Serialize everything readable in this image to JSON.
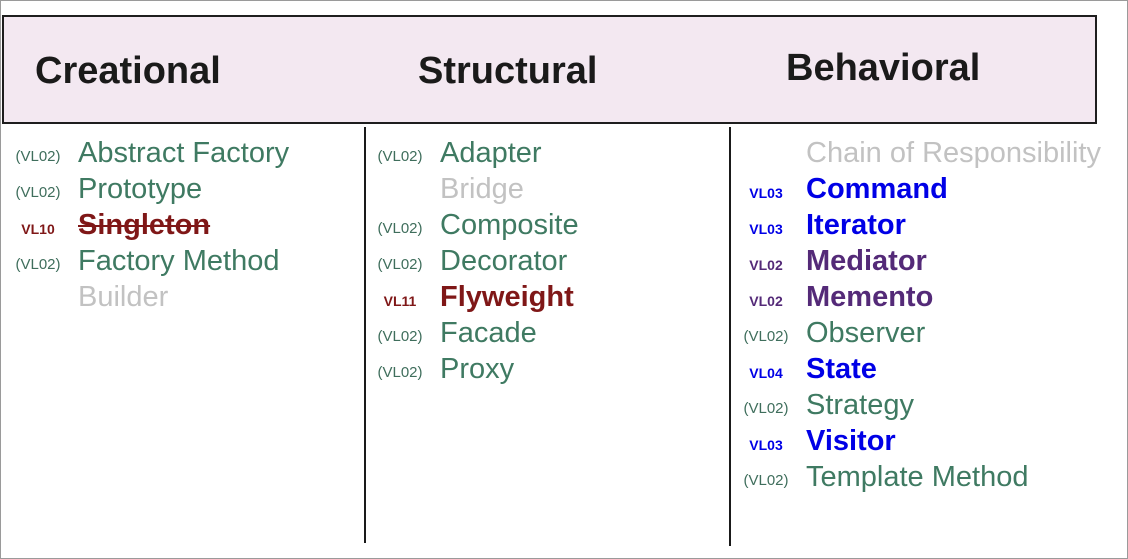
{
  "headings": {
    "creational": "Creational",
    "structural": "Structural",
    "behavioral": "Behavioral"
  },
  "colors": {
    "header_bg": "#f3e8f1",
    "grey": "#c2c2c2",
    "green": "#3f7a62",
    "red": "#7f1717",
    "blue": "#0000e6",
    "purple": "#542a78"
  },
  "columns": {
    "creational": [
      {
        "tag": "(VL02)",
        "name": "Abstract Factory",
        "style": "green"
      },
      {
        "tag": "(VL02)",
        "name": "Prototype",
        "style": "green"
      },
      {
        "tag": "VL10",
        "name": "Singleton",
        "style": "red-strike"
      },
      {
        "tag": "(VL02)",
        "name": "Factory Method",
        "style": "green"
      },
      {
        "tag": "",
        "name": "Builder",
        "style": "grey"
      }
    ],
    "structural": [
      {
        "tag": "(VL02)",
        "name": "Adapter",
        "style": "green"
      },
      {
        "tag": "",
        "name": "Bridge",
        "style": "grey"
      },
      {
        "tag": "(VL02)",
        "name": "Composite",
        "style": "green"
      },
      {
        "tag": "(VL02)",
        "name": "Decorator",
        "style": "green"
      },
      {
        "tag": "VL11",
        "name": "Flyweight",
        "style": "red"
      },
      {
        "tag": "(VL02)",
        "name": "Facade",
        "style": "green"
      },
      {
        "tag": "(VL02)",
        "name": "Proxy",
        "style": "green"
      }
    ],
    "behavioral": [
      {
        "tag": "",
        "name": "Chain of Responsibility",
        "style": "grey"
      },
      {
        "tag": "VL03",
        "name": "Command",
        "style": "blue"
      },
      {
        "tag": "VL03",
        "name": "Iterator",
        "style": "blue"
      },
      {
        "tag": "VL02",
        "name": "Mediator",
        "style": "purple"
      },
      {
        "tag": "VL02",
        "name": "Memento",
        "style": "purple"
      },
      {
        "tag": "(VL02)",
        "name": "Observer",
        "style": "green"
      },
      {
        "tag": "VL04",
        "name": "State",
        "style": "blue"
      },
      {
        "tag": "(VL02)",
        "name": "Strategy",
        "style": "green"
      },
      {
        "tag": "VL03",
        "name": "Visitor",
        "style": "blue"
      },
      {
        "tag": "(VL02)",
        "name": "Template Method",
        "style": "green"
      }
    ]
  }
}
